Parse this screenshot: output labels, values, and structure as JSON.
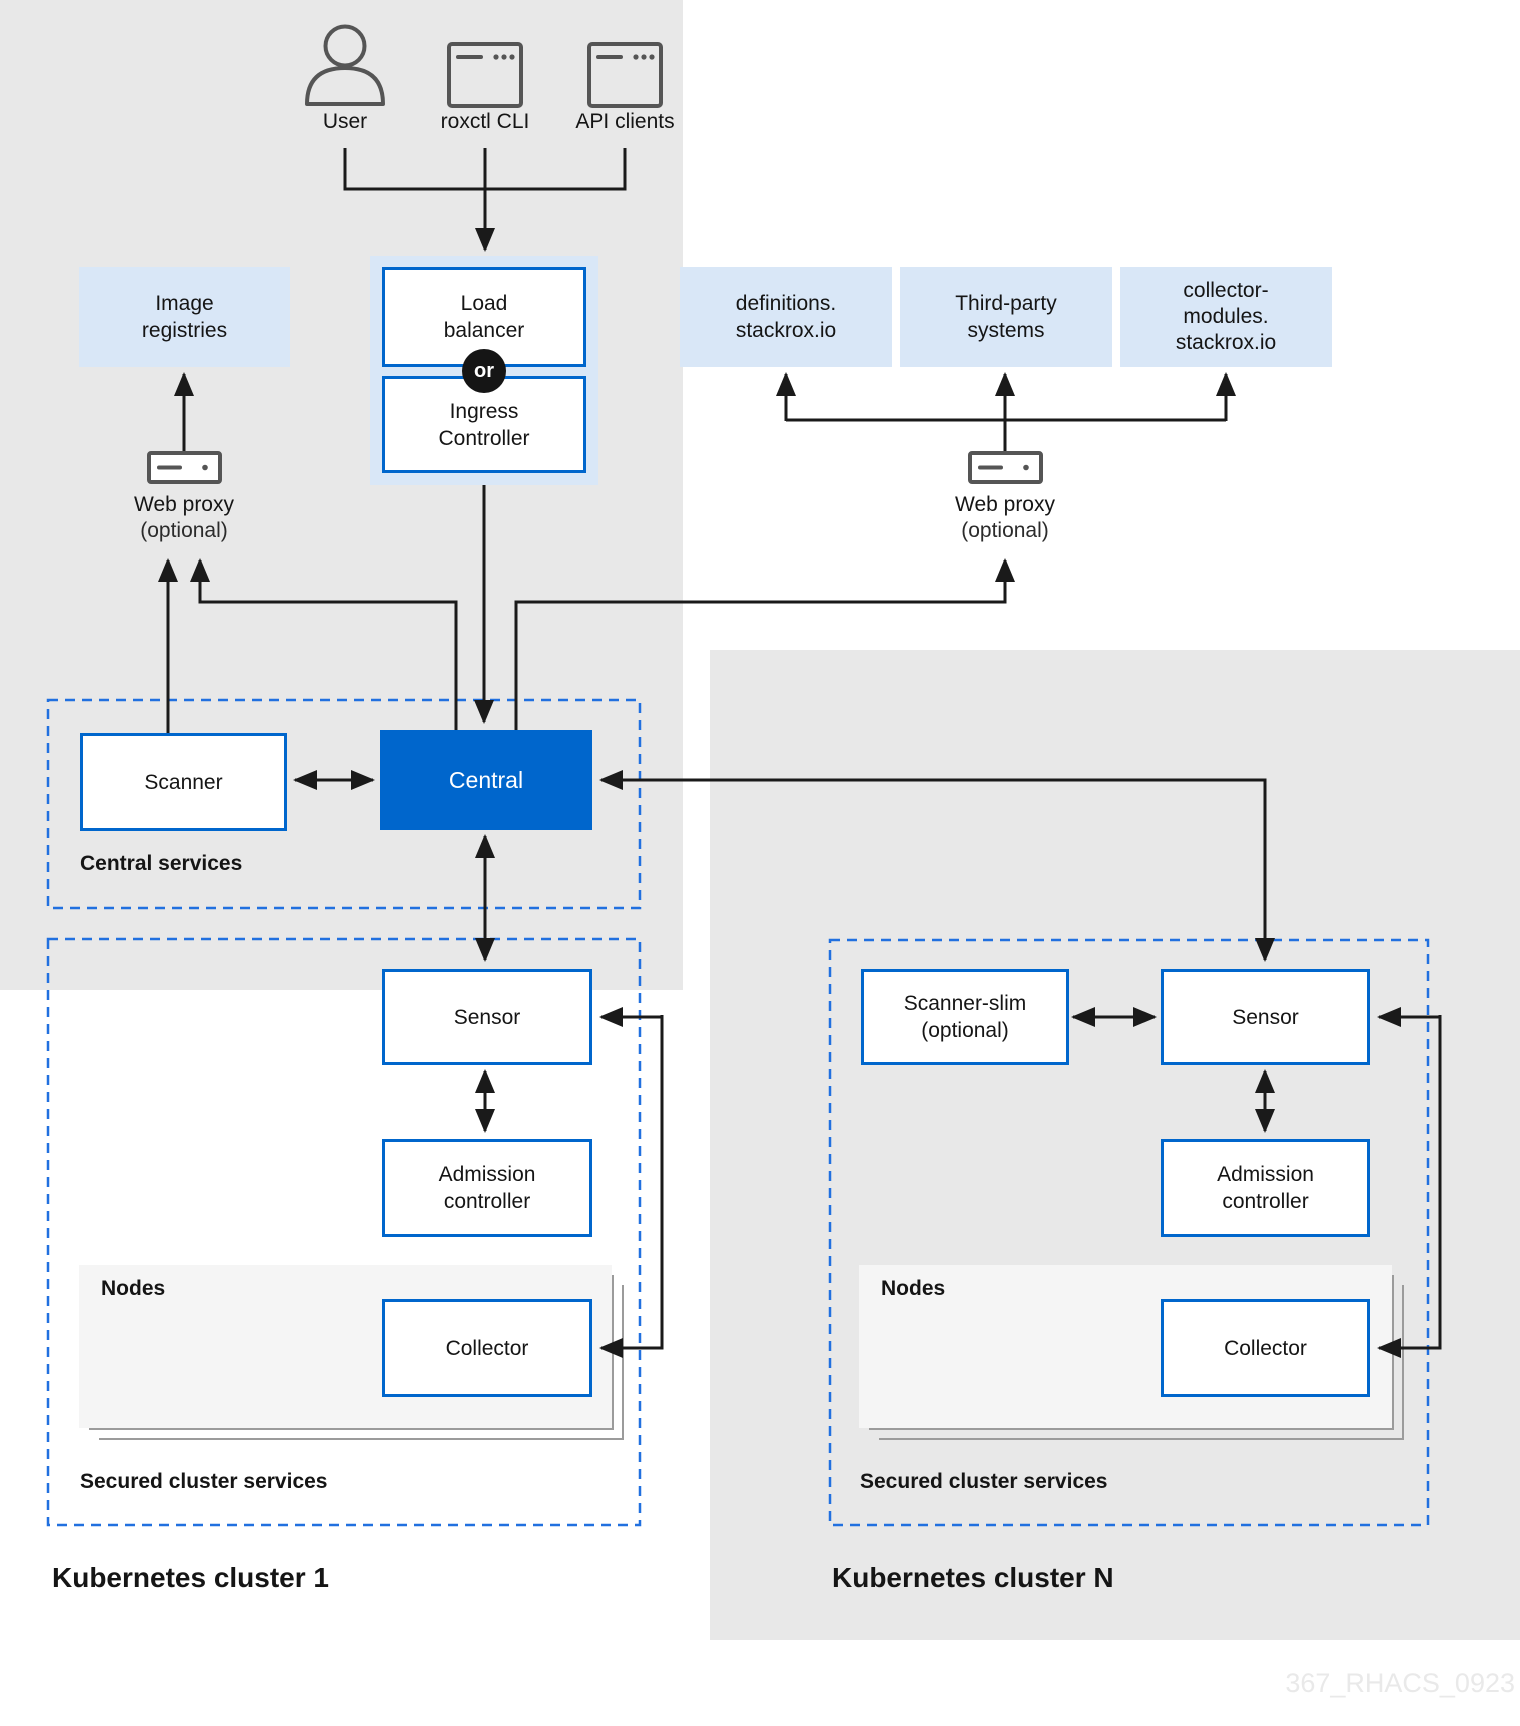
{
  "colors": {
    "accent_blue": "#0066CC",
    "light_blue_fill": "#D9E7F7",
    "panel_gray": "#E8E8E8",
    "nodes_panel_gray": "#F5F5F5",
    "dashed_border_blue": "#2170DF",
    "connector_black": "#1A1A1A",
    "icon_gray": "#555555",
    "text_dark": "#151515",
    "or_badge_bg": "#151515",
    "watermark_gray": "#E9E9E9"
  },
  "actors": {
    "user": {
      "label": "User",
      "icon": "person-icon"
    },
    "roxctl": {
      "label": "roxctl CLI",
      "icon": "terminal-window-icon"
    },
    "api_clients": {
      "label": "API clients",
      "icon": "app-window-icon"
    }
  },
  "entry": {
    "load_balancer": {
      "line1": "Load",
      "line2": "balancer"
    },
    "or_badge": "or",
    "ingress_controller": {
      "line1": "Ingress",
      "line2": "Controller"
    }
  },
  "external_services": {
    "image_registries": {
      "line1": "Image",
      "line2": "registries"
    },
    "definitions": {
      "line1": "definitions.",
      "line2": "stackrox.io"
    },
    "third_party": {
      "line1": "Third-party",
      "line2": "systems"
    },
    "collector_modules": {
      "line1": "collector-",
      "line2": "modules.",
      "line3": "stackrox.io"
    }
  },
  "web_proxy_left": {
    "label": "Web proxy",
    "note": "(optional)",
    "icon": "proxy-server-icon"
  },
  "web_proxy_right": {
    "label": "Web proxy",
    "note": "(optional)",
    "icon": "proxy-server-icon"
  },
  "central_services": {
    "title": "Central services",
    "scanner": "Scanner",
    "central": "Central"
  },
  "cluster_1": {
    "title": "Kubernetes cluster 1",
    "secured_label": "Secured cluster services",
    "sensor": "Sensor",
    "admission": {
      "line1": "Admission",
      "line2": "controller"
    },
    "nodes_label": "Nodes",
    "collector": "Collector"
  },
  "cluster_n": {
    "title": "Kubernetes cluster N",
    "secured_label": "Secured cluster services",
    "scanner_slim": {
      "line1": "Scanner-slim",
      "line2": "(optional)"
    },
    "sensor": "Sensor",
    "admission": {
      "line1": "Admission",
      "line2": "controller"
    },
    "nodes_label": "Nodes",
    "collector": "Collector"
  },
  "watermark": "367_RHACS_0923"
}
